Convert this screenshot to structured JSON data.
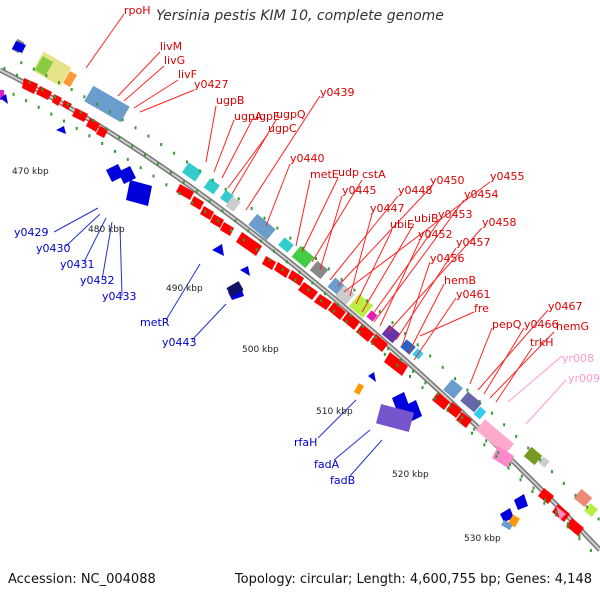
{
  "title": "Yersinia pestis KIM 10, complete genome",
  "accession": "Accession: NC_004088",
  "topology": "Topology: circular; Length: 4,600,755 bp; Genes: 4,148",
  "ticks": [
    "470 kbp",
    "480 kbp",
    "490 kbp",
    "500 kbp",
    "510 kbp",
    "520 kbp",
    "530 kbp"
  ],
  "colors": {
    "forward_label": "#dd0000",
    "reverse_label": "#0000cc",
    "rna_label": "#ff99cc",
    "backbone": "#888888",
    "tick": "#339933"
  },
  "forward_genes": [
    "rpoH",
    "livM",
    "livG",
    "livF",
    "y0427",
    "ugpB",
    "ugpA",
    "ugpE",
    "ugpC",
    "y0439",
    "ugpQ",
    "y0440",
    "metE",
    "udp",
    "cstA",
    "y0445",
    "y0448",
    "y0450",
    "y0455",
    "y0447",
    "ubiE",
    "ubiB",
    "y0453",
    "y0454",
    "y0452",
    "y0458",
    "y0457",
    "y0456",
    "hemB",
    "y0461",
    "fre",
    "pepQ",
    "y0467",
    "y0466",
    "hemG",
    "trkH"
  ],
  "reverse_genes": [
    "y0429",
    "y0430",
    "y0431",
    "y0432",
    "y0433",
    "metR",
    "y0443",
    "rfaH",
    "fadA",
    "fadB"
  ],
  "rna_genes": [
    "yr008",
    "yr009"
  ]
}
